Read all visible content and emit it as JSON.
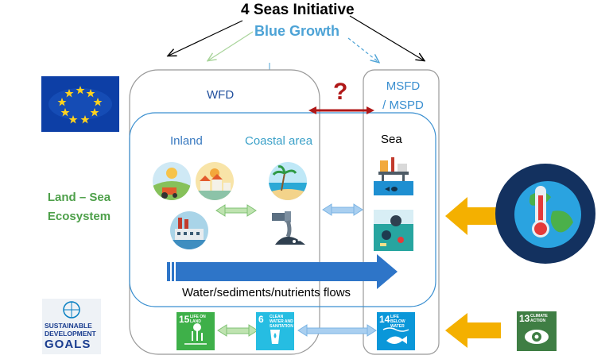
{
  "title": "4 Seas Initiative",
  "subtitle": "Blue Growth",
  "wfd": "WFD",
  "msfd_line1": "MSFD",
  "msfd_line2": "/ MSPD",
  "question": "?",
  "inland": "Inland",
  "coastal": "Coastal area",
  "sea": "Sea",
  "land_sea_line1": "Land – Sea",
  "land_sea_line2": "Ecosystem",
  "flows": "Water/sediments/nutrients flows",
  "sdg_logo": {
    "line1": "SUSTAINABLE",
    "line2": "DEVELOPMENT",
    "line3": "GOALS"
  },
  "sdg_tiles": [
    {
      "num": "15",
      "caption": "LIFE ON LAND",
      "color": "#3eb049"
    },
    {
      "num": "6",
      "caption": "CLEAN WATER AND SANITATION",
      "color": "#26bde2"
    },
    {
      "num": "14",
      "caption": "LIFE BELOW WATER",
      "color": "#0a97d9"
    },
    {
      "num": "13",
      "caption": "CLIMATE ACTION",
      "color": "#3f7e44"
    }
  ],
  "colors": {
    "frame": "#999999",
    "inner_frame": "#3a8fd0",
    "big_arrow": "#2e75c8",
    "orange_arrow": "#f4b000",
    "red_arrow": "#b01818",
    "eu_blue": "#0d3fa6"
  }
}
